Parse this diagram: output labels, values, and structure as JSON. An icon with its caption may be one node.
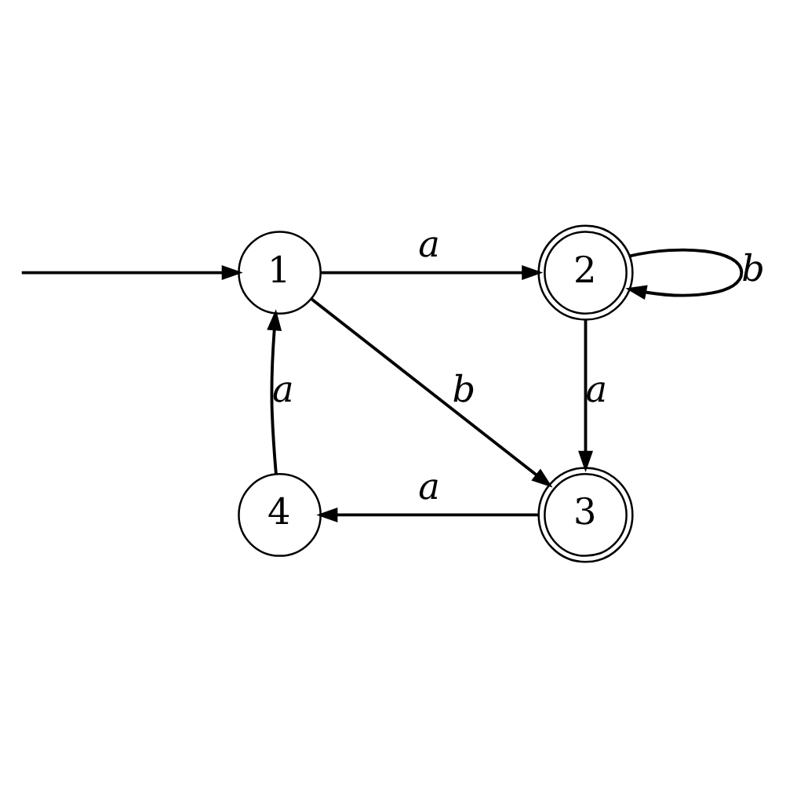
{
  "diagram": {
    "nodes": [
      {
        "text": [
          "1"
        ]
      },
      {
        "text": [
          "2"
        ]
      },
      {
        "text": [
          "3"
        ]
      },
      {
        "text": [
          "4"
        ]
      }
    ],
    "edges": [
      {
        "from": null,
        "to": 0,
        "arrow": "to"
      },
      {
        "from": 0,
        "to": 1,
        "arrow": "to",
        "label": "a"
      },
      {
        "from": 1,
        "to": 1,
        "arrow": "to",
        "label": "b"
      },
      {
        "from": 1,
        "to": 2,
        "arrow": "to",
        "label": "a"
      },
      {
        "from": 0,
        "to": 2,
        "arrow": "to",
        "label": "b"
      },
      {
        "from": 2,
        "to": 3,
        "arrow": "to",
        "label": "a"
      },
      {
        "from": 3,
        "to": 0,
        "arrow": "to",
        "label": "a"
      }
    ]
  }
}
